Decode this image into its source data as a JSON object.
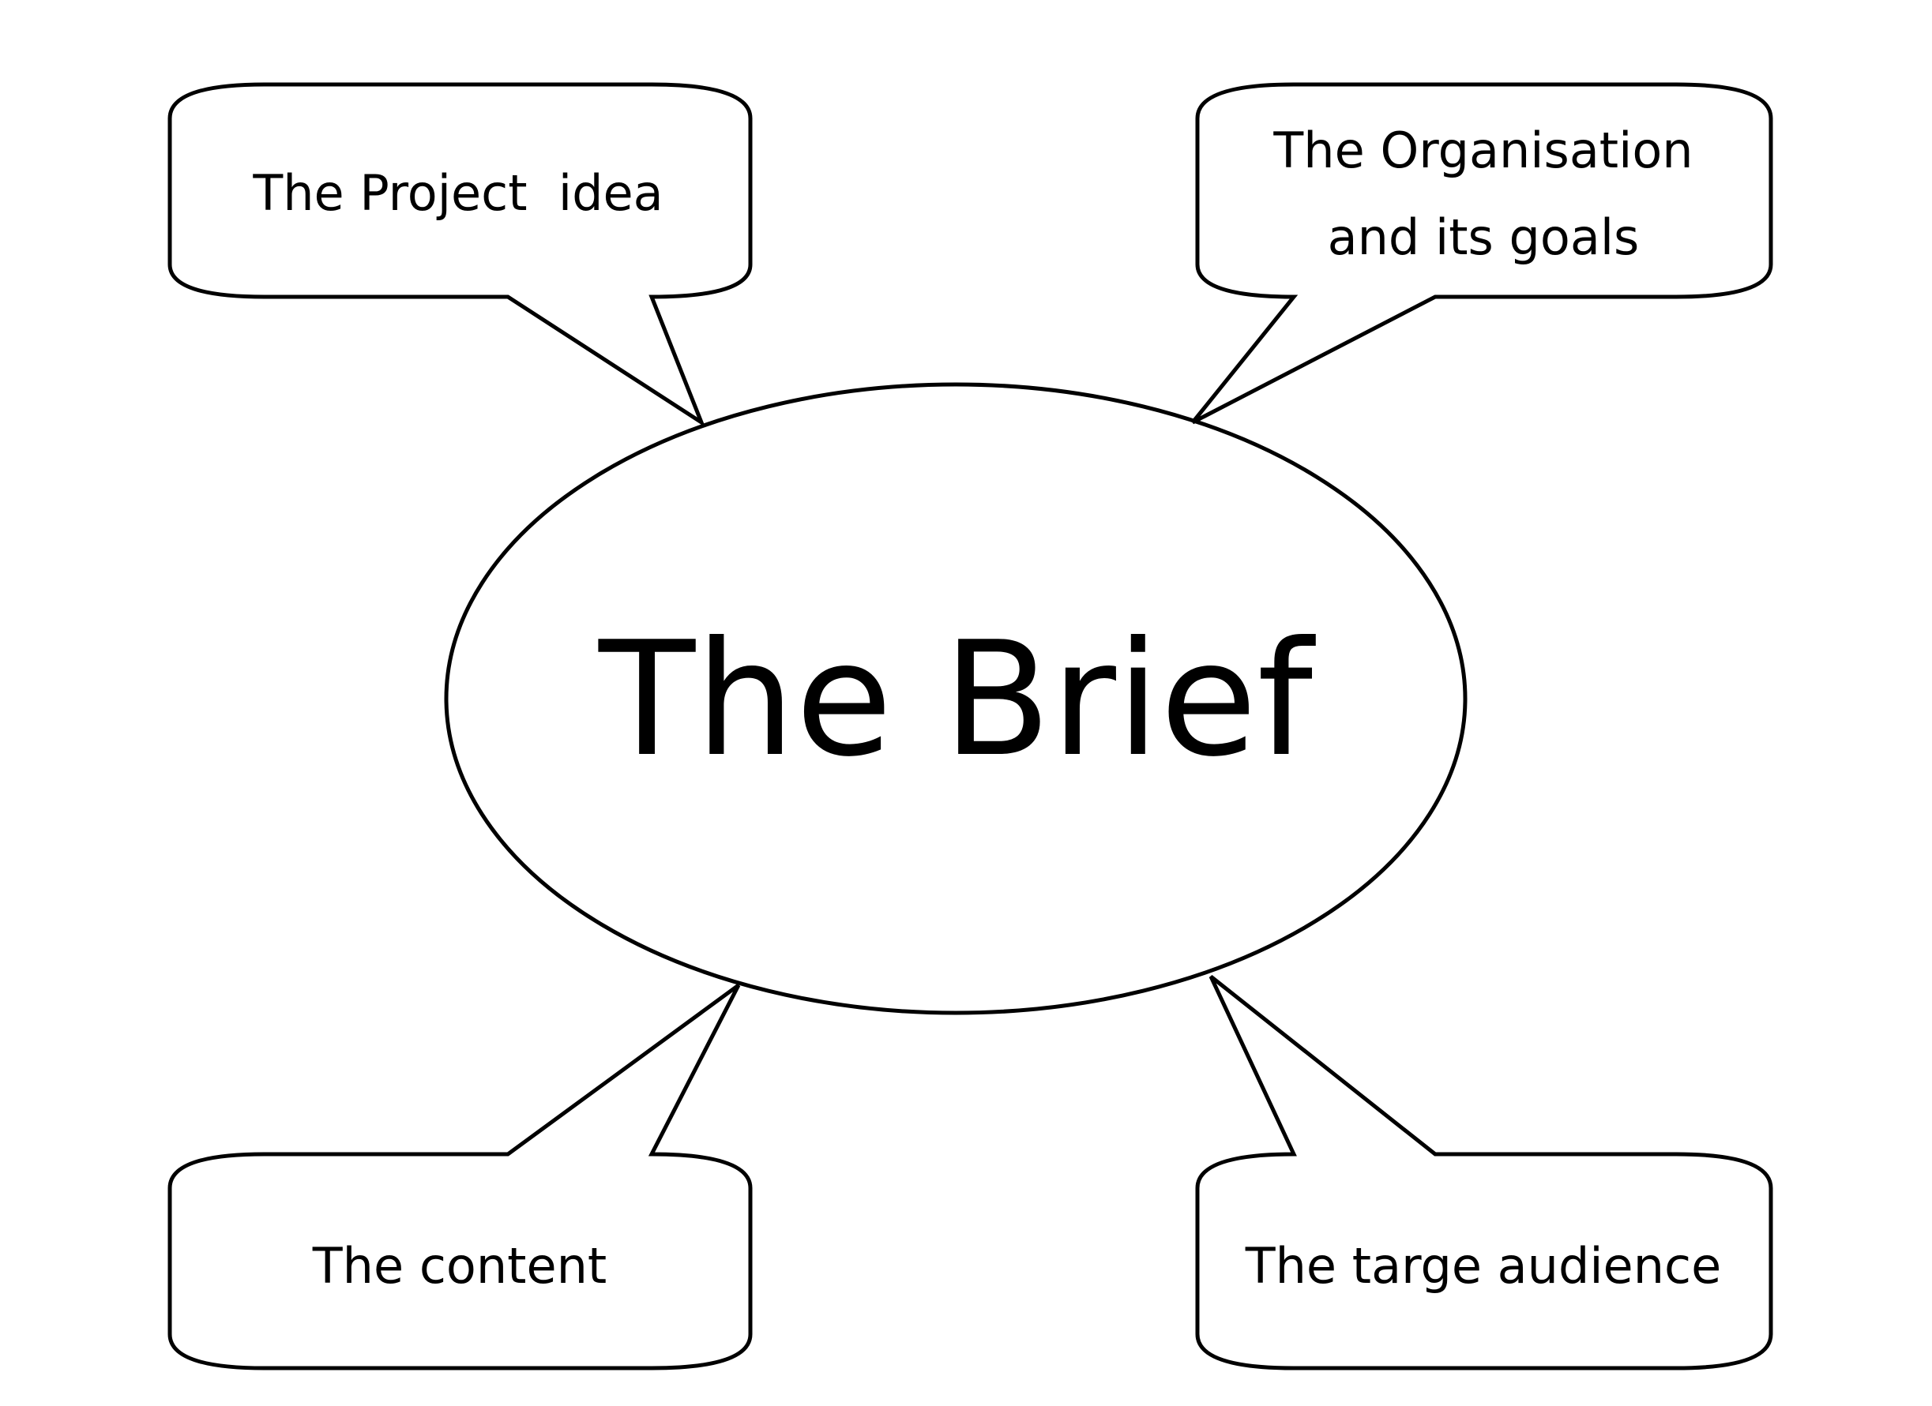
{
  "diagram": {
    "center_label": "The Brief",
    "callouts": {
      "project_idea": "The Project  idea",
      "organisation_line1": "The Organisation",
      "organisation_line2": "and its goals",
      "content": "The content",
      "target_audience": "The targe audience"
    }
  },
  "colors": {
    "stroke": "#000000",
    "fill": "#ffffff",
    "text": "#000000"
  }
}
